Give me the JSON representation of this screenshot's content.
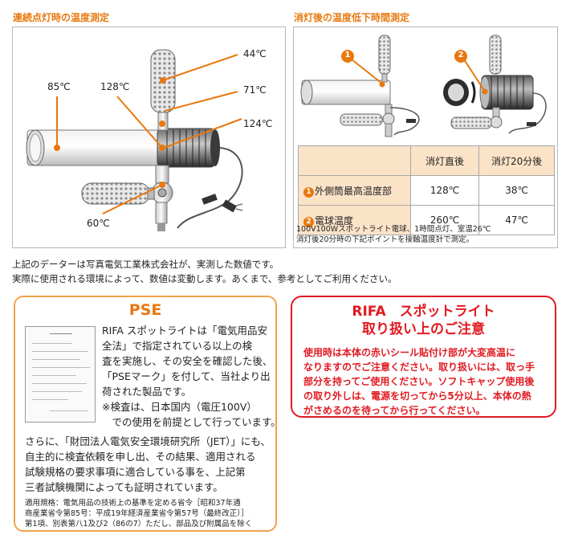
{
  "left_section": {
    "title": "連続点灯時の温度測定",
    "labels": {
      "t44": "44℃",
      "t71": "71℃",
      "t85": "85℃",
      "t128": "128℃",
      "t124": "124℃",
      "t60": "60℃"
    }
  },
  "right_section": {
    "title": "消灯後の温度低下時間測定",
    "badge1": "1",
    "badge2": "2",
    "table": {
      "headers": [
        "",
        "消灯直後",
        "消灯20分後"
      ],
      "rows": [
        {
          "badge": "1",
          "label": "外側筒最高温度部",
          "values": [
            "128℃",
            "38℃"
          ]
        },
        {
          "badge": "2",
          "label": "電球温度",
          "values": [
            "260℃",
            "47℃"
          ]
        }
      ]
    },
    "note_line1": "100V100Wスポットライト電球、1時間点灯、室温26℃",
    "note_line2": "消灯後20分時の下記ポイントを接触温度計で測定。"
  },
  "disclaimer": {
    "line1": "上記のデーターは写真電気工業株式会社が、実測した数値です。",
    "line2": "実際に使用される環境によって、数値は変動します。あくまで、参考としてご利用ください。"
  },
  "pse": {
    "title": "PSE",
    "para1": [
      "RIFA スポットライトは「電気用品安",
      "全法」で指定されている以上の検",
      "査を実施し、その安全を確認した後、",
      "「PSEマーク」を付して、当社より出",
      "荷された製品です。",
      "※検査は、日本国内（電圧100V）",
      "　での使用を前提として行っています。"
    ],
    "para2": [
      "さらに、「財団法人電気安全環境研究所（JET）」にも、",
      "自主的に検査依頼を申し出、その結果、適用される",
      "試験規格の要求事項に適合している事を、上記第",
      "三者試験機関によっても証明されています。"
    ],
    "standard": [
      "適用規格：電気用品の技術上の基準を定める省令［昭和37年通",
      "商産業省令第85号：平成19年経済産業省令第57号（最終改正）］",
      "第1項、別表第八1及び2（86の7）ただし、部品及び附属品を除く"
    ]
  },
  "rifa": {
    "title_line1": "RIFA　スポットライト",
    "title_line2": "取り扱い上のご注意",
    "body": [
      "使用時は本体の赤いシール貼付け部が大変高温に",
      "なりますのでご注意ください。取り扱いには、取っ手",
      "部分を持ってご使用ください。ソフトキャップ使用後",
      "の取り外しは、電源を切ってから5分以上、本体の熱",
      "がさめるのを待ってから行ってください。"
    ]
  },
  "colors": {
    "accent_orange": "#e8780e",
    "warning_red": "#e11a22",
    "table_header": "#fbe3c8"
  }
}
